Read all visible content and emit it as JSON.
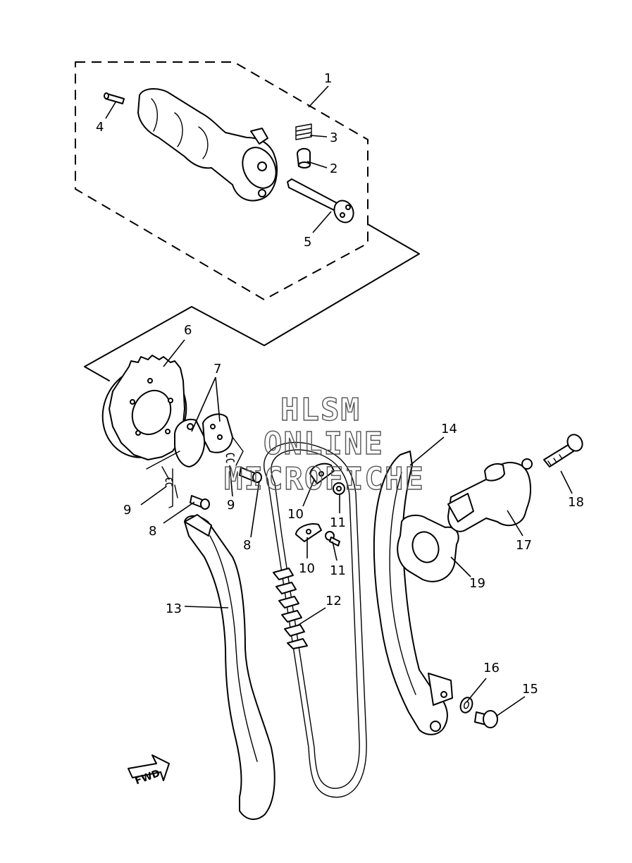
{
  "watermark": {
    "line1": "HLSM",
    "line2": "ONLINE",
    "line3": "MICROFICHE"
  },
  "direction_marker": {
    "label": "FWD"
  },
  "callouts": [
    {
      "id": "c1",
      "label": "1"
    },
    {
      "id": "c2",
      "label": "2"
    },
    {
      "id": "c3",
      "label": "3"
    },
    {
      "id": "c4",
      "label": "4"
    },
    {
      "id": "c5",
      "label": "5"
    },
    {
      "id": "c6",
      "label": "6"
    },
    {
      "id": "c7",
      "label": "7"
    },
    {
      "id": "c8a",
      "label": "8"
    },
    {
      "id": "c8b",
      "label": "8"
    },
    {
      "id": "c9a",
      "label": "9"
    },
    {
      "id": "c9b",
      "label": "9"
    },
    {
      "id": "c10a",
      "label": "10"
    },
    {
      "id": "c10b",
      "label": "10"
    },
    {
      "id": "c11a",
      "label": "11"
    },
    {
      "id": "c11b",
      "label": "11"
    },
    {
      "id": "c12",
      "label": "12"
    },
    {
      "id": "c13",
      "label": "13"
    },
    {
      "id": "c14",
      "label": "14"
    },
    {
      "id": "c15",
      "label": "15"
    },
    {
      "id": "c16",
      "label": "16"
    },
    {
      "id": "c17",
      "label": "17"
    },
    {
      "id": "c18",
      "label": "18"
    },
    {
      "id": "c19",
      "label": "19"
    }
  ]
}
